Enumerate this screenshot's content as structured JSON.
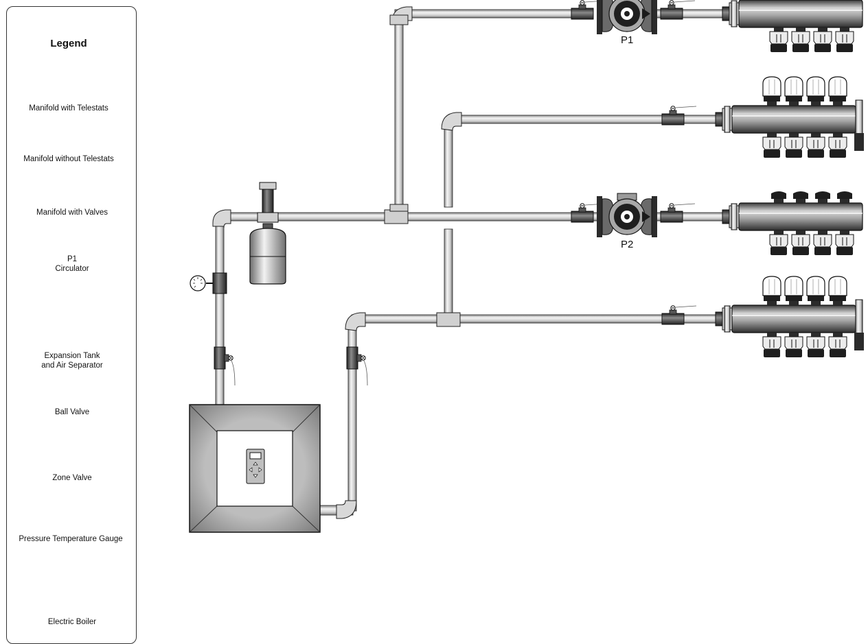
{
  "legend": {
    "title": "Legend",
    "items": [
      {
        "label": "Manifold with Telestats",
        "icon": "manifold-with-telestats-icon"
      },
      {
        "label": "Manifold without Telestats",
        "icon": "manifold-without-telestats-icon"
      },
      {
        "label": "Manifold with Valves",
        "icon": "manifold-with-valves-icon"
      },
      {
        "label_line1": "P1",
        "label_line2": "Circulator",
        "icon": "circulator-icon"
      },
      {
        "label_line1": "Expansion Tank",
        "label_line2": "and Air Separator",
        "icon": "expansion-tank-icon"
      },
      {
        "label": "Ball Valve",
        "icon": "ball-valve-icon"
      },
      {
        "label": "Zone Valve",
        "icon": "zone-valve-icon"
      },
      {
        "label": "Pressure Temperature Gauge",
        "icon": "pressure-temperature-gauge-icon"
      },
      {
        "label": "Electric Boiler",
        "icon": "electric-boiler-icon"
      }
    ]
  },
  "diagram": {
    "pump_labels": [
      "P1",
      "P2"
    ]
  },
  "colors": {
    "pipe": "#e3e3e3",
    "pipe_edge": "#333333",
    "boiler_frame": "#9a9a9a",
    "dark": "#222222"
  }
}
